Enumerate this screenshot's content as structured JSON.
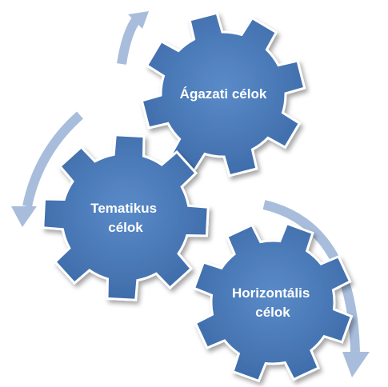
{
  "diagram": {
    "gears": [
      {
        "id": "gear-agazati",
        "lines": [
          "Ágazati célok"
        ]
      },
      {
        "id": "gear-tematikus",
        "lines": [
          "Tematikus",
          "célok"
        ]
      },
      {
        "id": "gear-horizontalis",
        "lines": [
          "Horizontális",
          "célok"
        ]
      }
    ],
    "colors": {
      "gear_fill": "#4f7fbd",
      "gear_fill_dark": "#3f6ba6",
      "arrow": "#a8bddb",
      "text": "#ffffff"
    },
    "icons": {
      "arrow_top": "curved-arrow-up-icon",
      "arrow_left": "curved-arrow-down-icon",
      "arrow_right": "curved-arrow-down-icon"
    }
  }
}
